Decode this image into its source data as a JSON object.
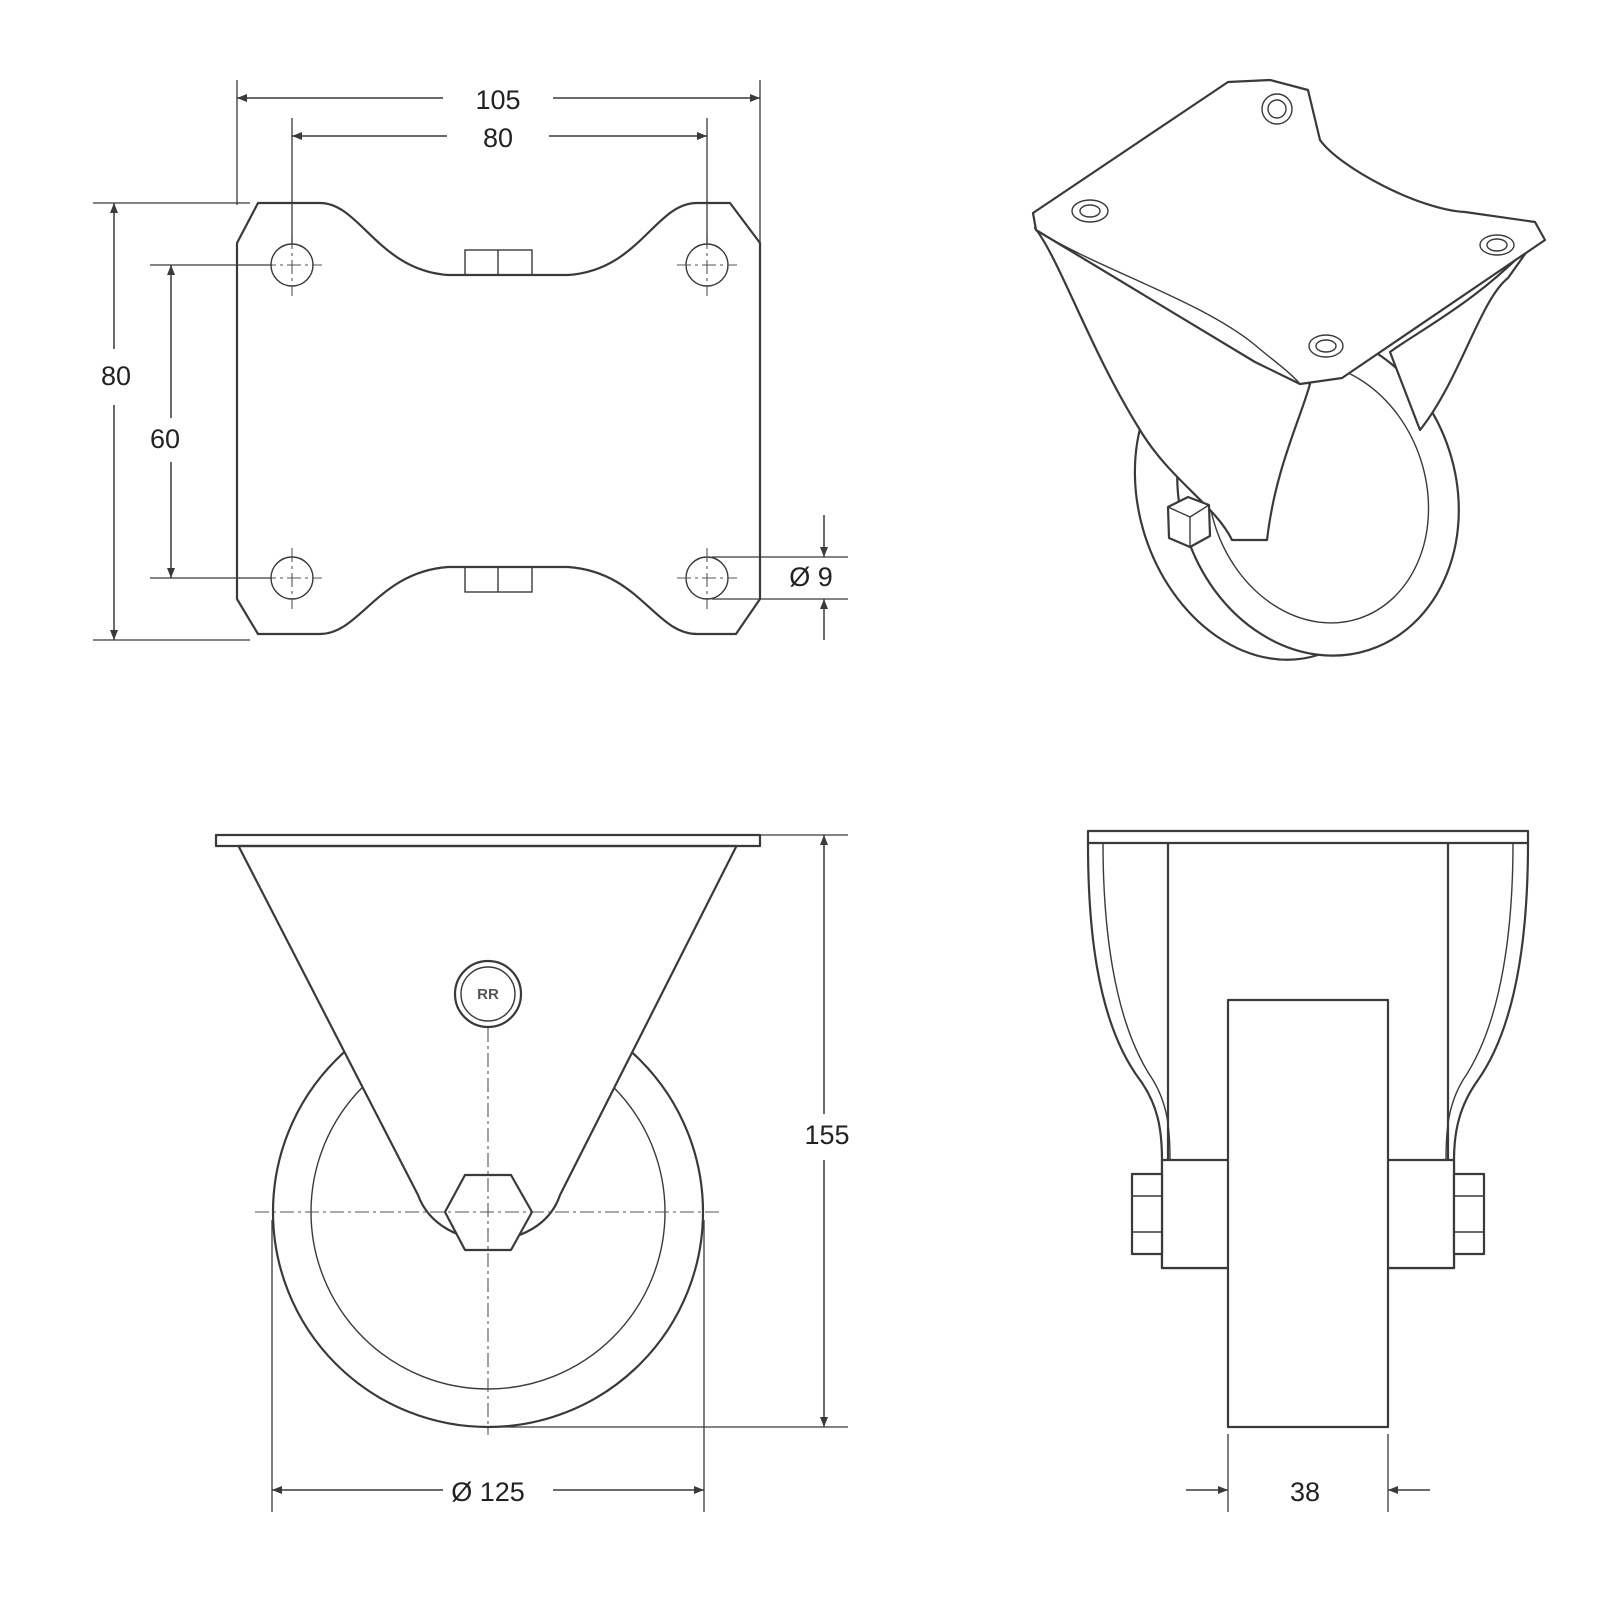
{
  "views": {
    "top": {
      "dim_overall_width": "105",
      "dim_hole_spacing_x": "80",
      "dim_overall_depth": "80",
      "dim_hole_spacing_y": "60",
      "dim_hole_diameter": "Ø 9"
    },
    "front": {
      "dim_height": "155",
      "dim_wheel_diameter": "Ø 125",
      "logo_text": "RR"
    },
    "side": {
      "dim_wheel_width": "38"
    }
  },
  "colors": {
    "line": "#3a3a3a",
    "background": "#ffffff"
  }
}
